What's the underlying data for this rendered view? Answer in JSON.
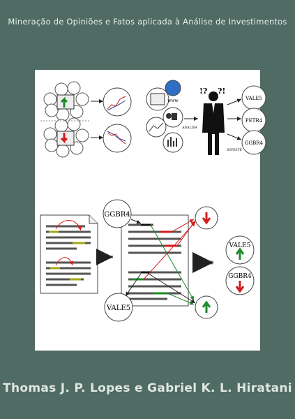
{
  "cover": {
    "title": "Mineração de Opiniões e Fatos aplicada à Análise de Investimentos",
    "authors": "Thomas J. P. Lopes e Gabriel  K. L. Hiratani"
  },
  "top_diagram": {
    "www_label": "www",
    "analisa_label": "ANALISA",
    "investe_label": "INVESTE",
    "question_left": "!?",
    "question_right": "?!",
    "tickers": [
      "VALE5",
      "PETR4",
      "GGBR4"
    ]
  },
  "bottom_diagram": {
    "node_top": "GGBR4",
    "node_bottom": "VALE5",
    "result_top": "VALE5",
    "result_bottom": "GGBR4"
  },
  "colors": {
    "background": "#4f6b63",
    "panel": "#ffffff",
    "up": "#1e8a2a",
    "down": "#d21c1c"
  }
}
